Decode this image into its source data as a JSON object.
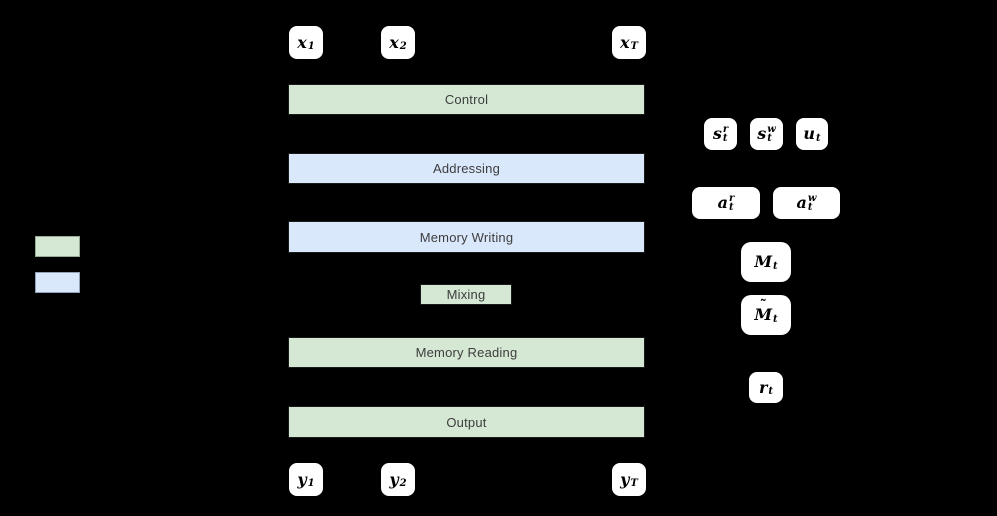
{
  "colors": {
    "background": "#000000",
    "green_fill": "#d5e8d4",
    "blue_fill": "#dae8fc",
    "layer_border": "#1a1a1a",
    "layer_text": "#3d3d3d",
    "node_fill": "#ffffff",
    "node_text": "#000000",
    "legend_green_border": "#96ad94",
    "legend_blue_border": "#93a1b8"
  },
  "pipeline": {
    "control": {
      "label": "Control",
      "color": "green"
    },
    "addressing": {
      "label": "Addressing",
      "color": "blue"
    },
    "memory_writing": {
      "label": "Memory Writing",
      "color": "blue"
    },
    "mixing": {
      "label": "Mixing",
      "color": "green"
    },
    "memory_reading": {
      "label": "Memory Reading",
      "color": "green"
    },
    "output": {
      "label": "Output",
      "color": "green"
    }
  },
  "sequence_nodes": {
    "x1": {
      "base": "x",
      "sub": "1"
    },
    "x2": {
      "base": "x",
      "sub": "2"
    },
    "xT": {
      "base": "x",
      "sub": "T"
    },
    "y1": {
      "base": "y",
      "sub": "1"
    },
    "y2": {
      "base": "y",
      "sub": "2"
    },
    "yT": {
      "base": "y",
      "sub": "T"
    }
  },
  "state_nodes": {
    "s_r": {
      "base": "s",
      "sub": "t",
      "sup": "r"
    },
    "s_w": {
      "base": "s",
      "sub": "t",
      "sup": "w"
    },
    "u": {
      "base": "u",
      "sub": "t"
    },
    "a_r": {
      "base": "a",
      "sub": "t",
      "sup": "r"
    },
    "a_w": {
      "base": "a",
      "sub": "t",
      "sup": "w"
    },
    "M": {
      "base": "M",
      "sub": "t"
    },
    "M_tilde": {
      "base": "M",
      "sub": "t",
      "tilde": true
    },
    "r": {
      "base": "r",
      "sub": "t"
    }
  },
  "legend": {
    "swatches": [
      {
        "name": "green",
        "fill": "#d5e8d4"
      },
      {
        "name": "blue",
        "fill": "#dae8fc"
      }
    ]
  }
}
